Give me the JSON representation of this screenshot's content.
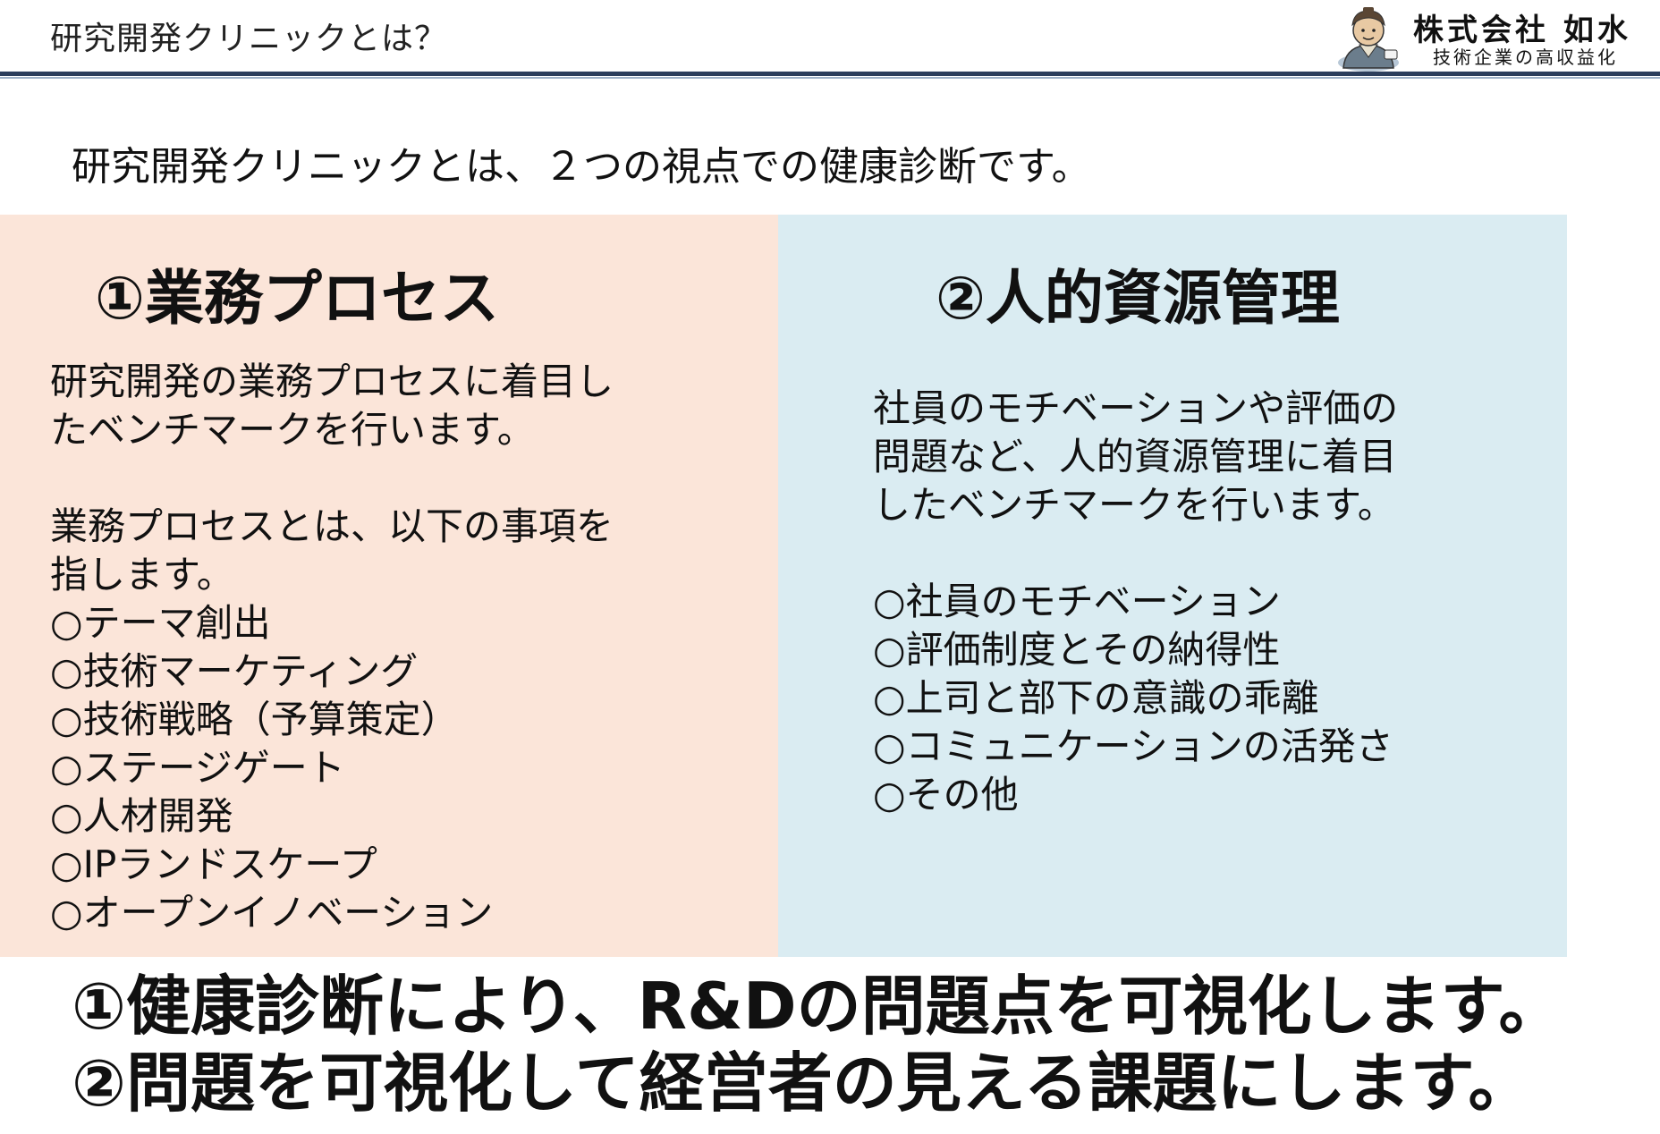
{
  "header": {
    "title": "研究開発クリニックとは？",
    "logo": {
      "name": "株式会社 如水",
      "tagline": "技術企業の高収益化"
    }
  },
  "intro": "研究開発クリニックとは、２つの視点での健康診断です。",
  "left_panel": {
    "heading": "①業務プロセス",
    "description": [
      "研究開発の業務プロセスに着目し",
      "たベンチマークを行います。"
    ],
    "definition": [
      "業務プロセスとは、以下の事項を",
      "指します。"
    ],
    "items": [
      "○テーマ創出",
      "○技術マーケティング",
      "○技術戦略（予算策定）",
      "○ステージゲート",
      "○人材開発",
      "○IPランドスケープ",
      "○オープンイノベーション"
    ]
  },
  "right_panel": {
    "heading": "②人的資源管理",
    "description": [
      "社員のモチベーションや評価の",
      "問題など、人的資源管理に着目",
      "したベンチマークを行います。"
    ],
    "items": [
      "○社員のモチベーション",
      "○評価制度とその納得性",
      "○上司と部下の意識の乖離",
      "○コミュニケーションの活発さ",
      "○その他"
    ]
  },
  "conclusion": [
    "①健康診断により、R&Dの問題点を可視化します。",
    "②問題を可視化して経営者の見える課題にします。"
  ],
  "colors": {
    "left_panel_bg": "#fbe5d9",
    "right_panel_bg": "#daecf2",
    "header_rule": "#2c3e5c"
  },
  "icons": {
    "logo_mascot": "samurai-mascot-icon"
  }
}
